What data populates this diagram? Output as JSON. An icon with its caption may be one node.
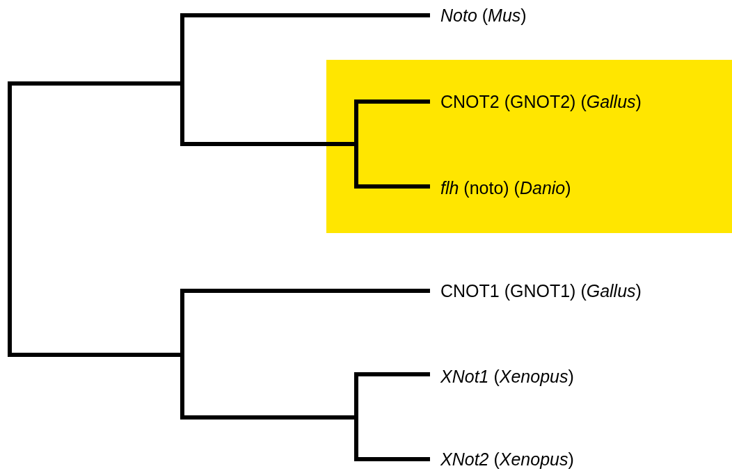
{
  "diagram": {
    "nodes": [
      {
        "text": [
          "*Noto* (*Mus*)"
        ]
      },
      {
        "text": [],
        "shape": "box"
      },
      {
        "text": [
          "CNOT2 (GNOT2) (*Gallus*)"
        ],
        "in": 1
      },
      {
        "text": [
          "*flh* (noto) (*Danio*)"
        ],
        "in": 1
      },
      {
        "text": [
          "CNOT1 (GNOT1) (*Gallus*)"
        ]
      },
      {
        "text": [
          "*XNot1* (*Xenopus*)"
        ]
      },
      {
        "text": [
          "*XNot2* (*Xenopus*)"
        ]
      }
    ]
  }
}
